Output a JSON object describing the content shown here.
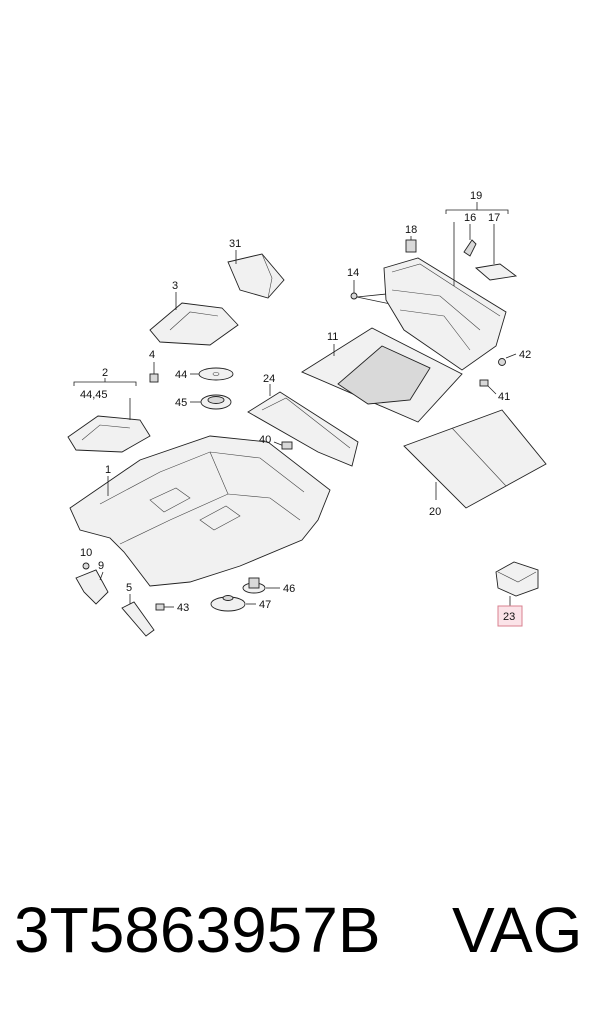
{
  "callouts": {
    "c1": "1",
    "c2": "2",
    "c2b": "44,45",
    "c3": "3",
    "c4": "4",
    "c5": "5",
    "c9": "9",
    "c10": "10",
    "c11": "11",
    "c14": "14",
    "c16": "16",
    "c17": "17",
    "c18": "18",
    "c19": "19",
    "c20": "20",
    "c23": "23",
    "c24": "24",
    "c31": "31",
    "c40": "40",
    "c41": "41",
    "c42": "42",
    "c43": "43",
    "c44": "44",
    "c45": "45",
    "c46": "46",
    "c47": "47"
  },
  "highlight": {
    "callout": "23",
    "fill": "#fbe3e8",
    "stroke": "#d9808f",
    "text": "#c0394f"
  },
  "footer": {
    "part_number": "3T5863957B",
    "brand": "VAG"
  }
}
